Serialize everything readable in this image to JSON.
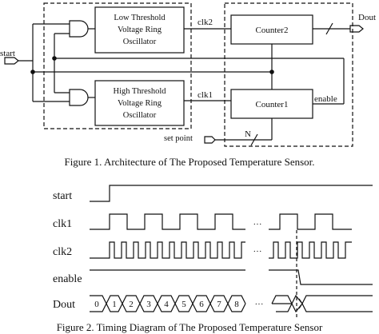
{
  "figure1": {
    "signal_start": "start",
    "block_low": [
      "Low Threshold",
      "Voltage Ring",
      "Oscillator"
    ],
    "block_high": [
      "High Threshold",
      "Voltage Ring",
      "Oscillator"
    ],
    "signal_clk2": "clk2",
    "signal_clk1": "clk1",
    "block_counter2": "Counter2",
    "block_counter1": "Counter1",
    "signal_dout": "Dout",
    "signal_enable": "enable",
    "signal_set_point": "set point",
    "bus_width": "N",
    "caption": "Figure 1. Architecture of The Proposed Temperature Sensor."
  },
  "figure2": {
    "signal_labels": [
      "start",
      "clk1",
      "clk2",
      "enable",
      "Dout"
    ],
    "ellipsis": "···",
    "dout_values": [
      "0",
      "1",
      "2",
      "3",
      "4",
      "5",
      "6",
      "7",
      "8"
    ],
    "caption": "Figure 2. Timing Diagram of The Proposed Temperature Sensor"
  }
}
